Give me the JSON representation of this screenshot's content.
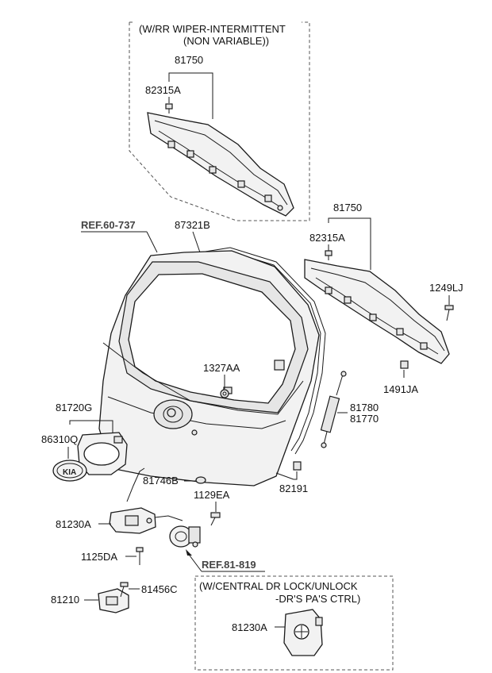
{
  "boxes": {
    "wiper_note_line1": "(W/RR WIPER-INTERMITTENT",
    "wiper_note_line2": "(NON VARIABLE))",
    "lock_note_line1": "(W/CENTRAL DR LOCK/UNLOCK",
    "lock_note_line2": "-DR'S  PA'S CTRL)"
  },
  "references": {
    "ref_tailgate": "REF.60-737",
    "ref_latch": "REF.81-819"
  },
  "labels": {
    "trim_upper": "81750",
    "clip_upper": "82315A",
    "trim_right": "81750",
    "clip_right": "82315A",
    "weatherstrip": "87321B",
    "screw_1249": "1249LJ",
    "nut_1327": "1327AA",
    "clip_1491": "1491JA",
    "lifter_a": "81780",
    "lifter_b": "81770",
    "garnish": "81720G",
    "emblem": "86310Q",
    "bumper": "81746B",
    "stopper": "82191",
    "bolt_1129": "1129EA",
    "latch": "81230A",
    "bolt_1125": "1125DA",
    "striker": "81210",
    "screw_81456": "81456C",
    "actuator": "81230A"
  }
}
